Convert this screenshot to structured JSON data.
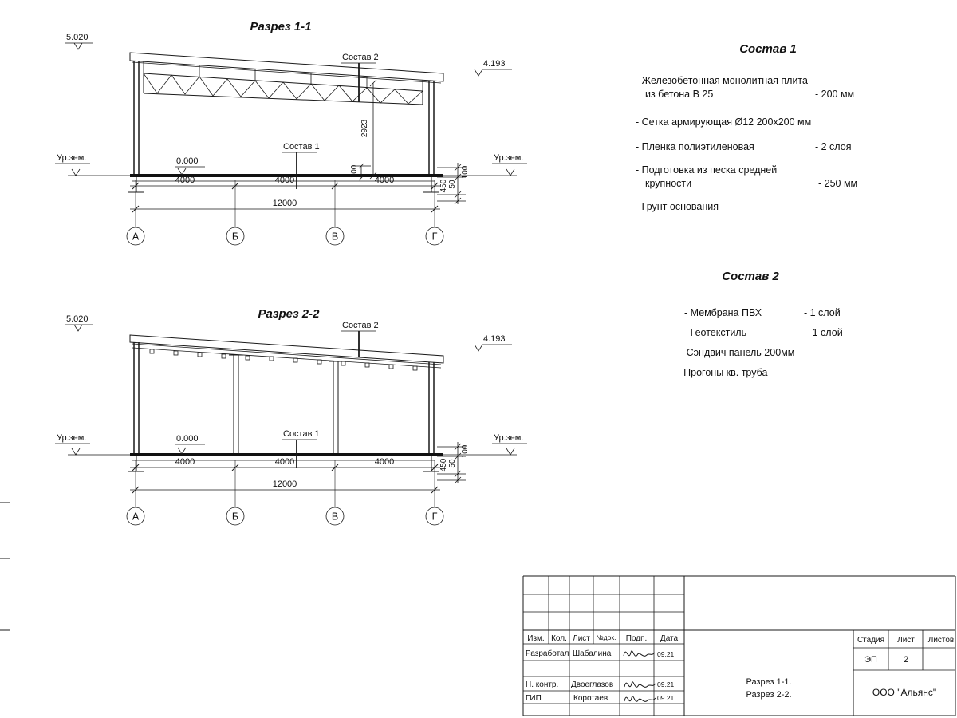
{
  "colors": {
    "ink": "#1a1a1a",
    "paper": "#ffffff"
  },
  "shared": {
    "elev_top": "5.020",
    "elev_low": "4.193",
    "elev_zero": "0.000",
    "ground": "Ур.зем.",
    "bay": "4000",
    "total": "12000",
    "dim_100": "100",
    "dim_450": "450",
    "dim_50": "50",
    "label_sostav1": "Состав 1",
    "label_sostav2": "Состав 2",
    "axes": [
      "А",
      "Б",
      "В",
      "Г"
    ]
  },
  "section1": {
    "title": "Разрез 1-1",
    "dim_height": "2923"
  },
  "section2": {
    "title": "Разрез 2-2"
  },
  "sostav1": {
    "title": "Состав 1",
    "items": [
      {
        "text": "- Железобетонная  монолитная плита",
        "text2": "из бетона В 25",
        "value": "- 200 мм"
      },
      {
        "text": "- Сетка армирующая Ø12 200x200 мм"
      },
      {
        "text": "- Пленка полиэтиленовая",
        "value": "- 2 слоя"
      },
      {
        "text": "- Подготовка из песка средней",
        "text2": "крупности",
        "value": "- 250 мм"
      },
      {
        "text": "- Грунт основания"
      }
    ]
  },
  "sostav2": {
    "title": "Состав 2",
    "items": [
      {
        "text": "- Мембрана ПВХ",
        "value": "- 1 слой"
      },
      {
        "text": "- Геотекстиль",
        "value": "- 1 слой"
      },
      {
        "text": "- Сэндвич панель 200мм"
      },
      {
        "text": "-Прогоны кв. труба"
      }
    ]
  },
  "titleblock": {
    "header": {
      "izm": "Изм.",
      "kol": "Кол.",
      "list": "Лист",
      "ndok": "№док.",
      "podp": "Подп.",
      "data": "Дата"
    },
    "rows": [
      {
        "role": "Разработал",
        "name": "Шабалина",
        "date": "09.21"
      },
      {
        "role": "Н. контр.",
        "name": "Двоеглазов",
        "date": "09.21"
      },
      {
        "role": "ГИП",
        "name": "Коротаев",
        "date": "09.21"
      }
    ],
    "doc_title_line1": "Разрез 1-1.",
    "doc_title_line2": "Разрез 2-2.",
    "stage_label": "Стадия",
    "sheet_label": "Лист",
    "sheets_label": "Листов",
    "stage_value": "ЭП",
    "sheet_value": "2",
    "company": "ООО \"Альянс\""
  }
}
